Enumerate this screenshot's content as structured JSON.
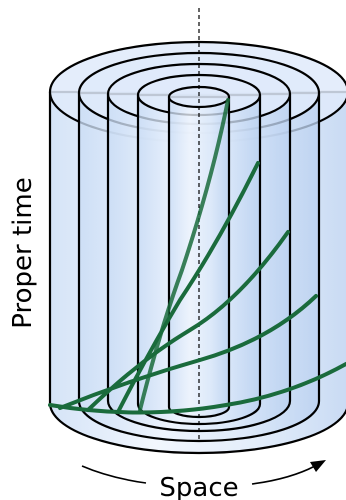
{
  "diagram": {
    "axis_label_vertical": "Proper time",
    "axis_label_horizontal": "Space",
    "colors": {
      "cylinder_fill": "#dde9f9",
      "cylinder_stroke": "#000000",
      "worldline": "#1a6b3c",
      "axis": "#000000"
    },
    "cylinder_count": 5,
    "worldline_count": 5
  }
}
